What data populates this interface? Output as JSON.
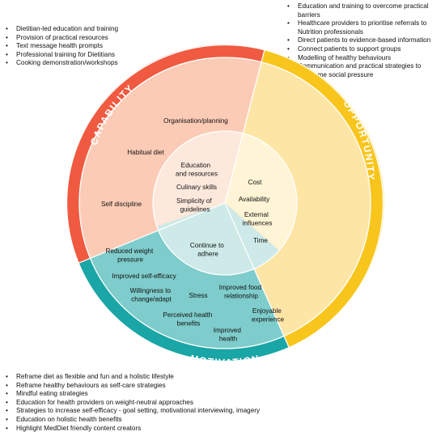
{
  "lists": {
    "capability": [
      "Dietitian-led education and training",
      "Provision of practical resources",
      "Text message health prompts",
      "Professional training for Dietitians",
      "Cooking demonstration/workshops"
    ],
    "opportunity": [
      "Education and training to overcome practical",
      "barriers",
      "Healthcare providers to prioritise referrals to",
      "Nutrition professionals",
      "Direct patients to evidence-based information",
      "Connect patients to support groups",
      "Modelling of healthy behaviours",
      "Communication and practical strategies to",
      "overcome  social pressure"
    ],
    "motivation": [
      "Reframe diet as flexible and fun and a holistic lifestyle",
      "Reframe healthy behaviours as self-care strategies",
      "Mindful eating strategies",
      "Education for health providers on weight-neutral approaches",
      "Strategies to increase self-efficacy - goal setting, motivational interviewing, imagery",
      "Education on holistic health benefits",
      "Highlight MedDiet friendly content creators"
    ]
  },
  "ring_labels": {
    "capability": "CAPABILITY",
    "opportunity": "OPPORTUNITY",
    "motivation": "MOTIVATION"
  },
  "colors": {
    "capability_ring": "#f05a40",
    "capability_fill": "#fbcbb6",
    "opportunity_ring": "#f8c51c",
    "opportunity_fill": "#fde5a6",
    "motivation_ring": "#1aa5a6",
    "motivation_fill": "#7ecccb",
    "center_capability": "#fde8dc",
    "center_opportunity": "#fff4d6",
    "center_motivation": "#cde9e8"
  },
  "capability_outer": {
    "organisation": "Organisation/planning",
    "habitual": "Habitual diet",
    "self_discipline": "Self discipline"
  },
  "capability_inner": {
    "education_1": "Education",
    "education_2": "and resources",
    "culinary": "Culinary skills",
    "simplicity_1": "Simplicity of",
    "simplicity_2": "guidelines"
  },
  "opportunity_inner": {
    "cost": "Cost",
    "availability": "Availability",
    "external_1": "External",
    "external_2": "influences",
    "time": "Time"
  },
  "motivation_inner": {
    "continue_1": "Continue to",
    "continue_2": "adhere"
  },
  "motivation_outer": {
    "reduced_1": "Reduced weight",
    "reduced_2": "pressure",
    "self_efficacy": "Improved self-efficacy",
    "willingness_1": "Willingness to",
    "willingness_2": "change/adapt",
    "stress": "Stress",
    "food_1": "Improved food",
    "food_2": "relationship",
    "perceived_1": "Perceived health",
    "perceived_2": "benefits",
    "enjoyable_1": "Enjoyable",
    "enjoyable_2": "experience",
    "improved_health_1": "Improved",
    "improved_health_2": "health"
  }
}
